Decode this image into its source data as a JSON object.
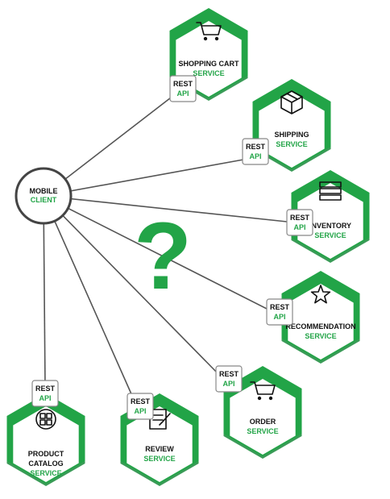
{
  "client": {
    "line1": "MOBILE",
    "line2": "CLIENT"
  },
  "api_badge": {
    "top": "REST",
    "bottom": "API"
  },
  "center_mark": "?",
  "colors": {
    "green": "#22a447",
    "dark_green": "#178a3a",
    "line": "#555555"
  },
  "services": [
    {
      "id": "shopping-cart",
      "icon": "cart-icon",
      "lines": [
        "SHOPPING CART",
        "SERVICE"
      ]
    },
    {
      "id": "shipping",
      "icon": "package-icon",
      "lines": [
        "SHIPPING",
        "SERVICE"
      ]
    },
    {
      "id": "inventory",
      "icon": "stack-icon",
      "lines": [
        "INVENTORY",
        "SERVICE"
      ]
    },
    {
      "id": "recommendation",
      "icon": "star-icon",
      "lines": [
        "RECOMMENDATION",
        "SERVICE"
      ]
    },
    {
      "id": "order",
      "icon": "cart-icon",
      "lines": [
        "ORDER",
        "SERVICE"
      ]
    },
    {
      "id": "review",
      "icon": "review-icon",
      "lines": [
        "REVIEW",
        "SERVICE"
      ]
    },
    {
      "id": "product-catalog",
      "icon": "grid-icon",
      "lines": [
        "PRODUCT",
        "CATALOG",
        "SERVICE"
      ]
    }
  ]
}
